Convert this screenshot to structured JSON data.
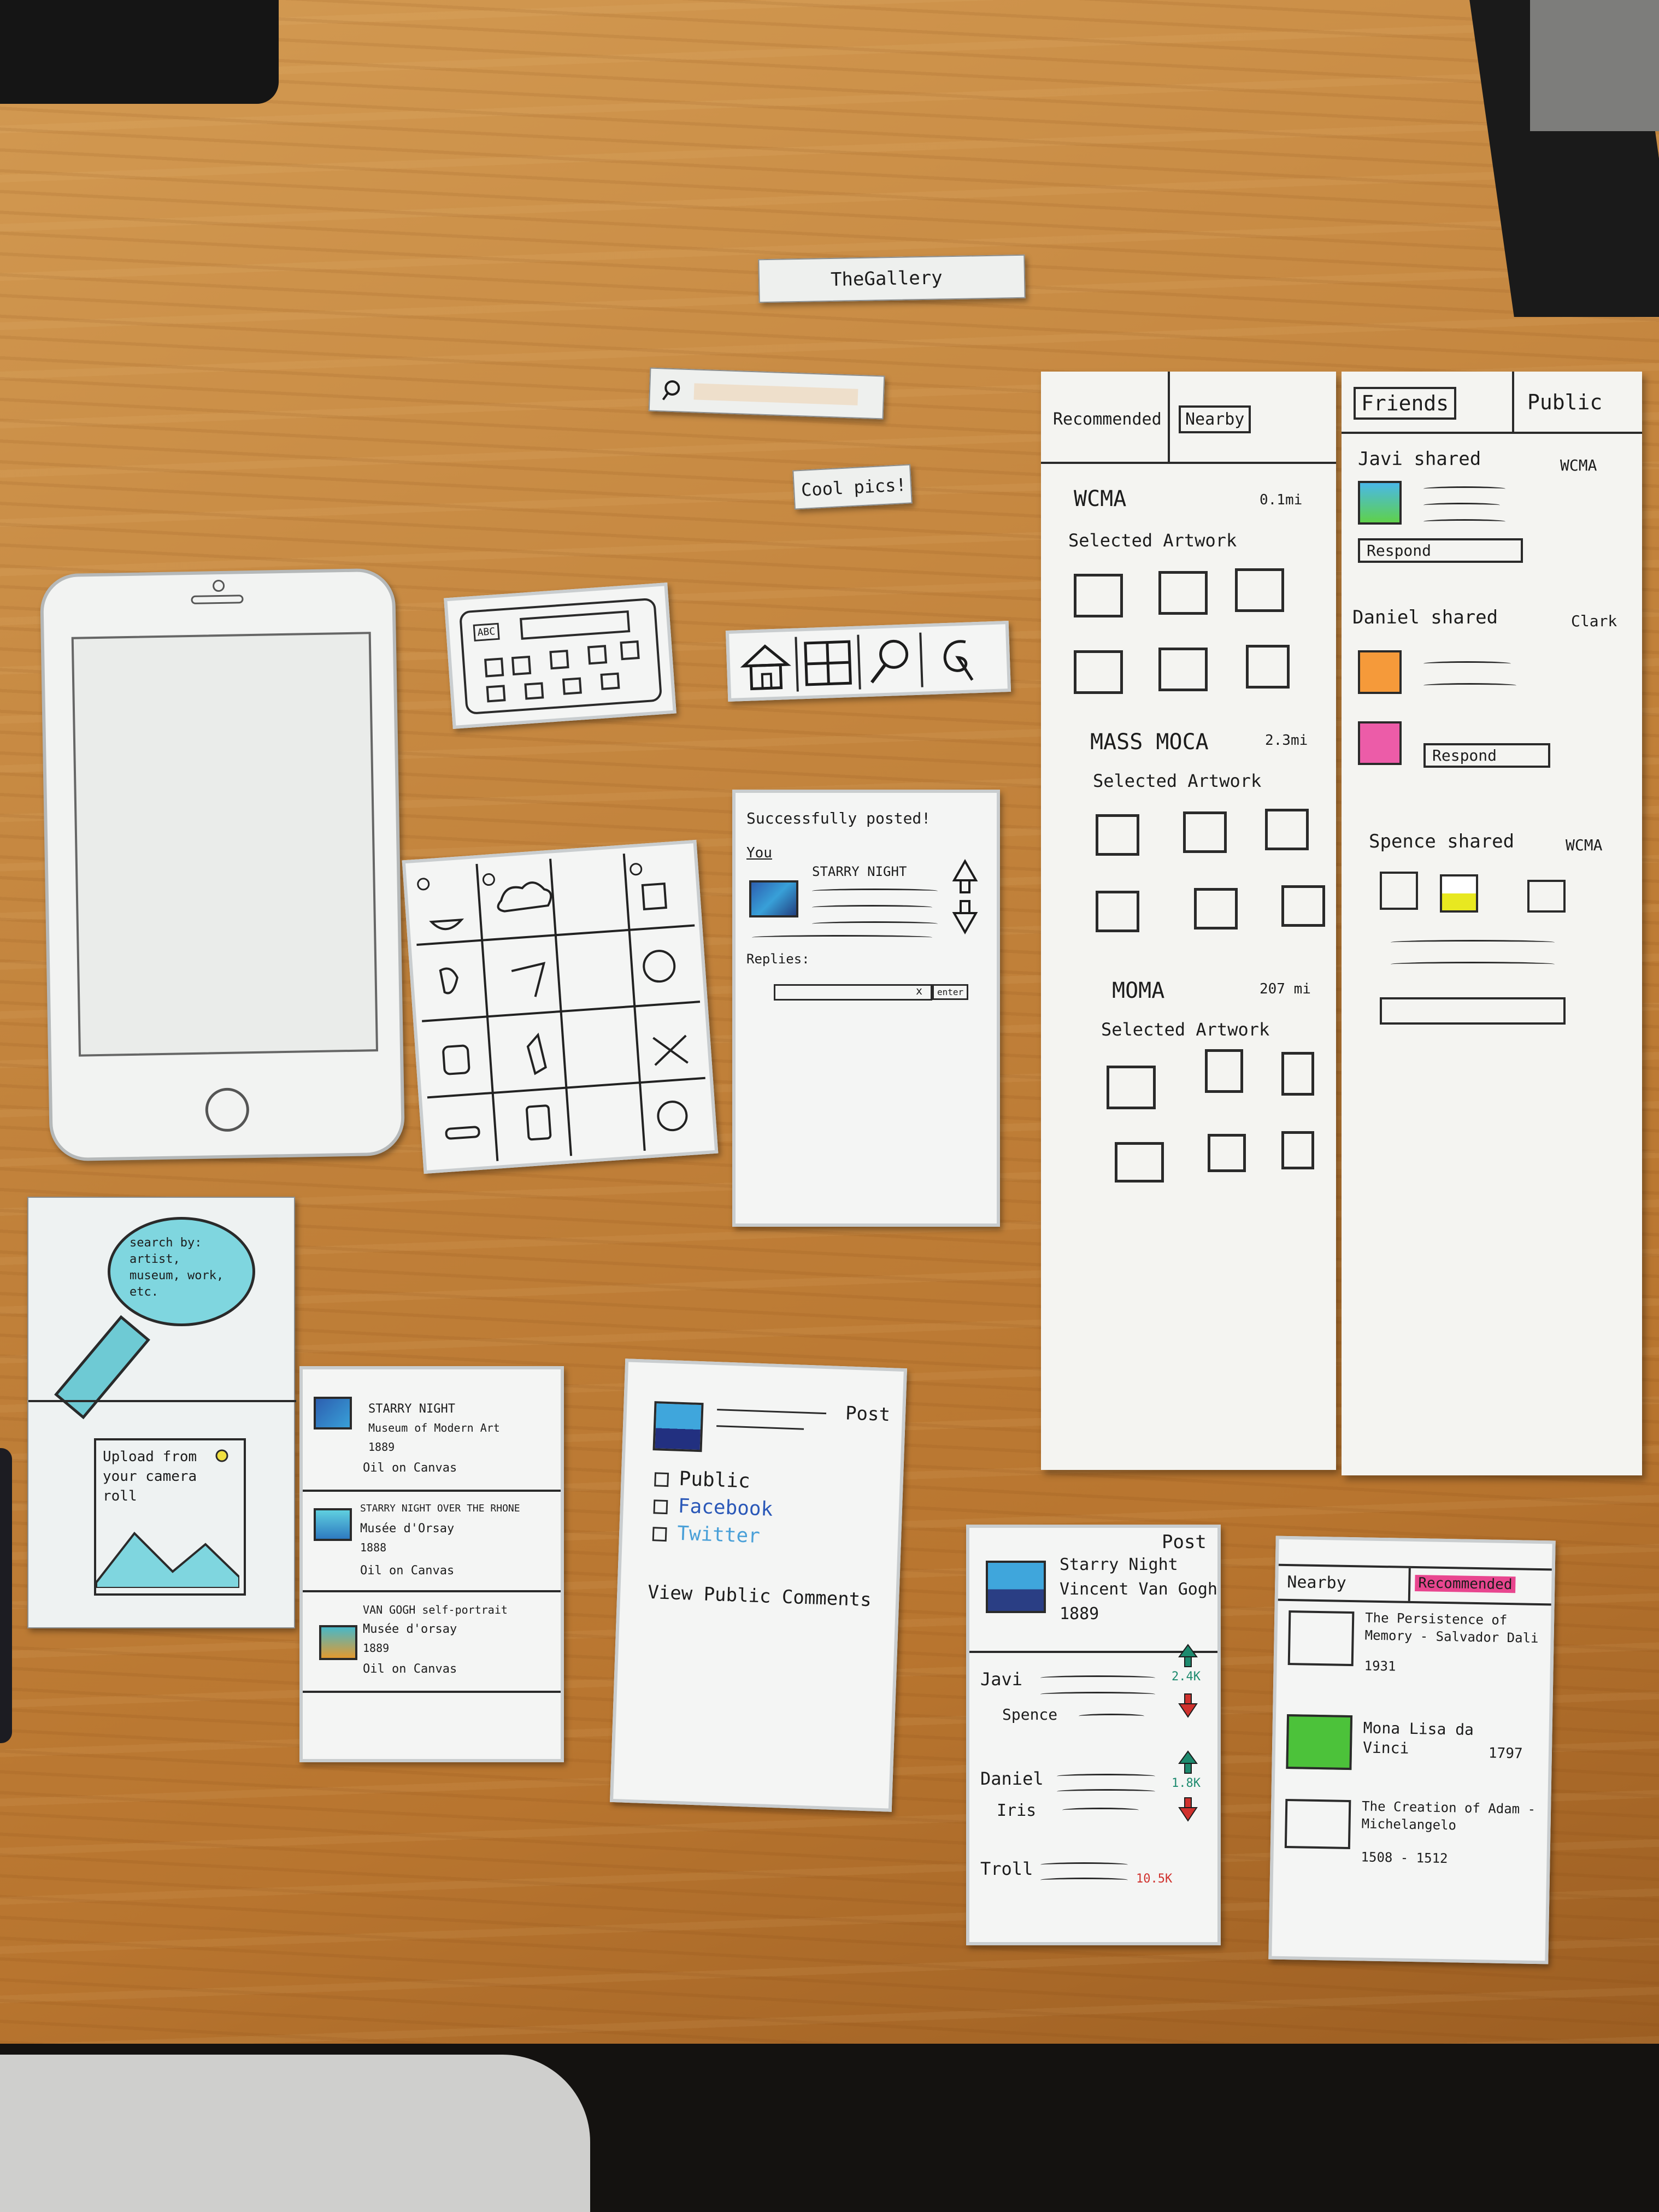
{
  "top_strips": {
    "title": "TheGallery",
    "search": "",
    "cool_pics": "Cool pics!"
  },
  "keyboard_card": {
    "key_label": "ABC"
  },
  "nav_icons": [
    "home-icon",
    "grid-icon",
    "search-icon",
    "gallery-icon"
  ],
  "post_success": {
    "header": "Successfully posted!",
    "you": "You",
    "art_title": "STARRY NIGHT",
    "replies": "Replies:",
    "enter": "enter",
    "clear": "x"
  },
  "search_upload": {
    "search_hint": "search by: artist, museum, work, etc.",
    "upload_hint": "Upload from your camera roll"
  },
  "results": [
    {
      "title": "STARRY NIGHT",
      "place": "Museum of Modern Art",
      "year": "1889",
      "medium": "Oil on Canvas"
    },
    {
      "title": "STARRY NIGHT OVER THE RHONE",
      "place": "Musée d'Orsay",
      "year": "1888",
      "medium": "Oil on Canvas"
    },
    {
      "title": "VAN GOGH self-portrait",
      "place": "Musée d'orsay",
      "year": "1889",
      "medium": "Oil on Canvas"
    }
  ],
  "share_card": {
    "post": "Post",
    "options": [
      "Public",
      "Facebook",
      "Twitter"
    ],
    "view_comments": "View Public Comments"
  },
  "comments_card": {
    "post": "Post",
    "art_title": "Starry Night",
    "artist": "Vincent Van Gogh",
    "year": "1889",
    "comments": [
      {
        "name": "Javi",
        "count": "2.4K"
      },
      {
        "name": "Spence",
        "count": ""
      },
      {
        "name": "Daniel",
        "count": "1.8K"
      },
      {
        "name": "Iris",
        "count": ""
      },
      {
        "name": "Troll",
        "count": "10.5K"
      }
    ]
  },
  "rec_card": {
    "tabs": [
      "Nearby",
      "Recommended"
    ],
    "items": [
      {
        "title": "The Persistence of Memory - Salvador Dali",
        "year": "1931"
      },
      {
        "title": "Mona Lisa da Vinci",
        "year": "1797"
      },
      {
        "title": "The Creation of Adam - Michelangelo",
        "year": "1508 - 1512"
      }
    ]
  },
  "nearby_scroll": {
    "tabs": [
      "Recommended",
      "Nearby"
    ],
    "museums": [
      {
        "name": "WCMA",
        "distance": "0.1mi",
        "subtitle": "Selected Artwork"
      },
      {
        "name": "MASS MOCA",
        "distance": "2.3mi",
        "subtitle": "Selected Artwork"
      },
      {
        "name": "MOMA",
        "distance": "207 mi",
        "subtitle": "Selected Artwork"
      }
    ]
  },
  "feed_scroll": {
    "tabs": [
      "Friends",
      "Public"
    ],
    "posts": [
      {
        "who": "Javi shared",
        "where": "WCMA",
        "action": "Respond"
      },
      {
        "who": "Daniel shared",
        "where": "Clark",
        "action": "Respond"
      },
      {
        "who": "Spence shared",
        "where": "WCMA",
        "action": ""
      }
    ]
  },
  "colors": {
    "desk": "#c3843d",
    "paper": "#eef0ee",
    "ink": "#1c1c1c",
    "teal": "#4cc3c9",
    "blue_link": "#2a58b8",
    "twitter": "#4aa0d8",
    "up_arrow": "#1d8a6e",
    "down_arrow": "#d0312d",
    "highlight_pink": "#e8468f"
  }
}
